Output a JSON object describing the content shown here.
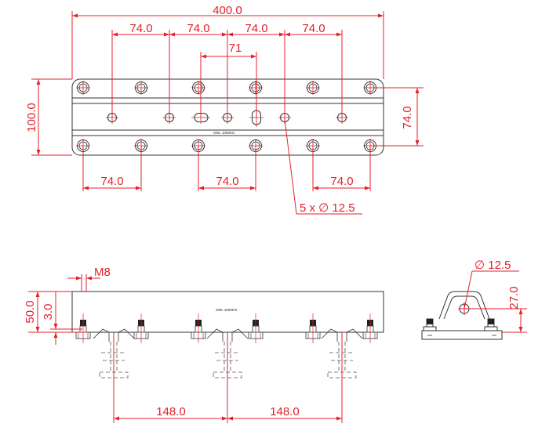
{
  "drawing": {
    "top_view": {
      "overall_length": "400.0",
      "overall_width": "100.0",
      "hole_row_spacing": "74.0",
      "slot_spacing": "71",
      "top_pitches": [
        "74.0",
        "74.0",
        "74.0",
        "74.0"
      ],
      "bottom_pitches": [
        "74.0",
        "74.0",
        "74.0"
      ],
      "hole_callout": "5 x ∅ 12.5",
      "plate_marking": "SWL 1000KG"
    },
    "front_view": {
      "thread": "M8",
      "height": "50.0",
      "thickness": "3.0",
      "rail_pitches": [
        "148.0",
        "148.0"
      ],
      "plate_marking": "SWL 1000KG"
    },
    "side_view": {
      "hole_diameter": "∅ 12.5",
      "hole_height": "27.0"
    }
  },
  "colors": {
    "dimension": "#e5202a",
    "outline": "#333333"
  }
}
